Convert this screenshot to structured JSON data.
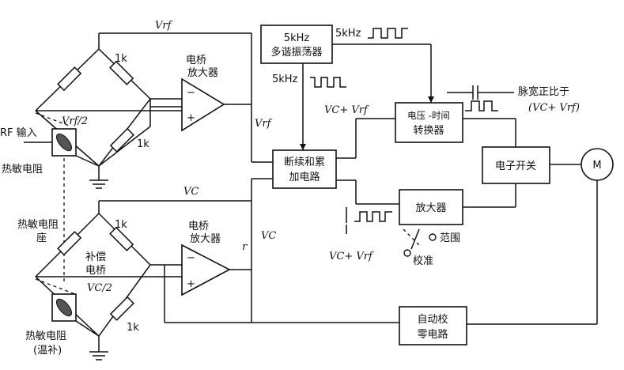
{
  "labels": {
    "vrf_top": "Vrf",
    "vrf_half": "Vrf/2",
    "vrf_out": "Vrf",
    "vc_mid": "VC",
    "vc_right": "VC",
    "vc_half": "VC/2",
    "vc_plus_vrf_top": "VC+ Vrf",
    "vc_plus_vrf_bottom": "VC+ Vrf",
    "r_1k_a": "1k",
    "r_1k_b": "1k",
    "r_1k_c": "1k",
    "r_1k_d": "1k",
    "rf_input": "RF 输入",
    "thermistor": "热敏电阻",
    "thermistor_mount_1": "热敏电阻",
    "thermistor_mount_2": "座",
    "comp_bridge_1": "补偿",
    "comp_bridge_2": "电桥",
    "thermistor_temp": "热敏电阻",
    "temp_comp": "(温补)",
    "freq_5k_a": "5kHz",
    "freq_5k_b": "5kHz",
    "pulse_width_1": "脉宽正比于",
    "pulse_width_2": "(VC+ Vrf)",
    "range": "范围",
    "calibrate": "校准",
    "r_mark": "r"
  },
  "blocks": {
    "bridge_amp_1_l1": "电桥",
    "bridge_amp_1_l2": "放大器",
    "bridge_amp_2_l1": "电桥",
    "bridge_amp_2_l2": "放大器",
    "osc_l1": "5kHz",
    "osc_l2": "多谐振荡器",
    "vt_conv_l1": "电压 -时间",
    "vt_conv_l2": "转换器",
    "chopper_l1": "断续和累",
    "chopper_l2": "加电路",
    "amp": "放大器",
    "switch": "电子开关",
    "motor": "M",
    "autozero_l1": "自动校",
    "autozero_l2": "零电路"
  },
  "opamp_signs": {
    "minus": "−",
    "plus": "+"
  }
}
